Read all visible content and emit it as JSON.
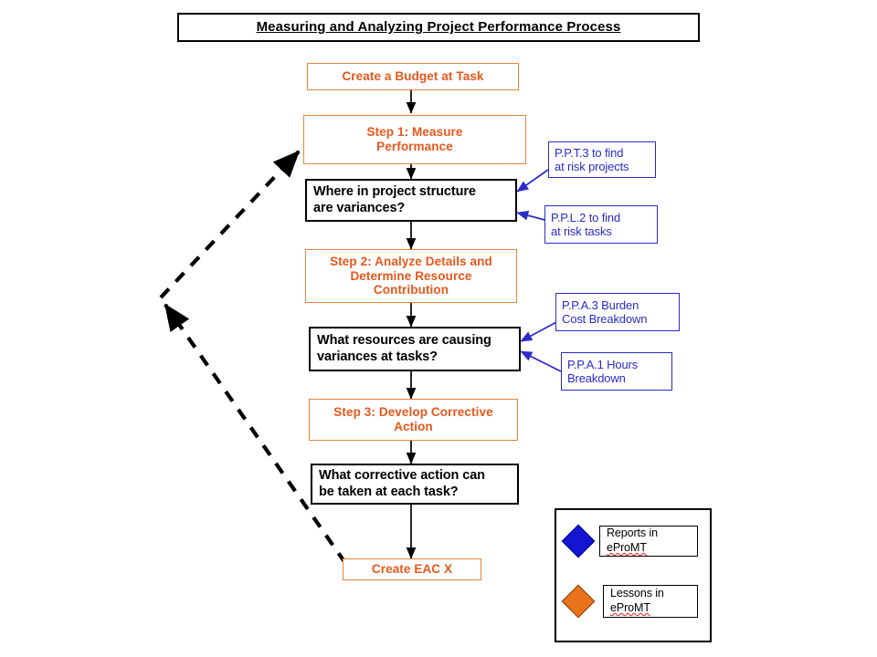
{
  "diagram": {
    "title": "Measuring and Analyzing Project Performance Process",
    "background_color": "#ffffff",
    "colors": {
      "orange_text": "#E8571B",
      "orange_border": "#E8833A",
      "blue": "#2B2BC8",
      "black": "#000000",
      "legend_blue_diamond": "#1414D2",
      "legend_orange_diamond": "#E8731B",
      "spellcheck_underline": "#E01B1B"
    }
  },
  "nodes": {
    "create_budget": "Create a Budget at Task",
    "step1": "Step 1: Measure\nPerformance",
    "q1": "Where in project structure\nare variances?",
    "step2": "Step 2: Analyze Details and\nDetermine Resource\nContribution",
    "q2": "What resources are causing\nvariances at tasks?",
    "step3": "Step 3: Develop Corrective\nAction",
    "q3": "What corrective action can\nbe taken at each task?",
    "create_eac": "Create EAC X"
  },
  "references": {
    "ppt3": "P.P.T.3  to find\nat risk projects",
    "ppl2": "P.P.L.2  to find\nat risk tasks",
    "ppa3": "P.P.A.3  Burden\nCost Breakdown",
    "ppa1": "P.P.A.1 Hours\nBreakdown"
  },
  "legend": {
    "reports": {
      "line1": "Reports in",
      "line2": "eProMT",
      "marker": "blue-diamond"
    },
    "lessons": {
      "line1": "Lessons in",
      "line2": "eProMT",
      "marker": "orange-diamond"
    }
  }
}
